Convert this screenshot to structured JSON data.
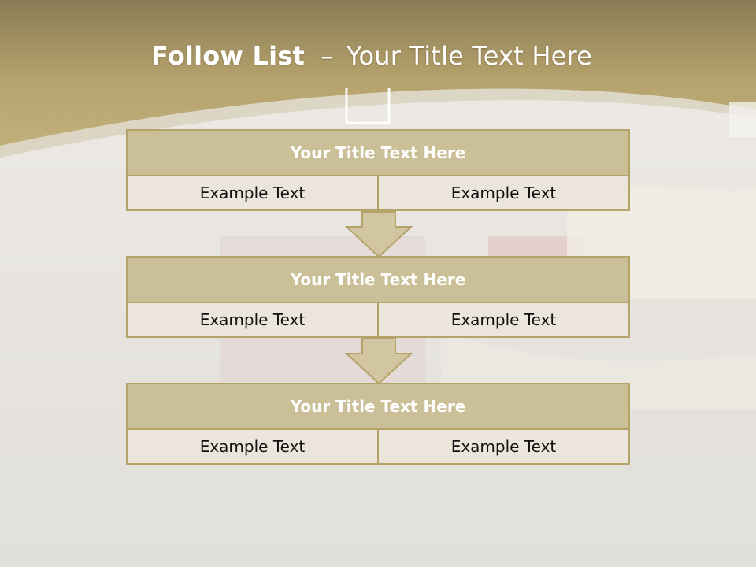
{
  "slide": {
    "title_bold": "Follow List",
    "title_separator": "–",
    "title_rest": "Your Title Text Here"
  },
  "steps": [
    {
      "title": "Your Title Text Here",
      "left": "Example Text",
      "right": "Example Text"
    },
    {
      "title": "Your Title Text Here",
      "left": "Example Text",
      "right": "Example Text"
    },
    {
      "title": "Your Title Text Here",
      "left": "Example Text",
      "right": "Example Text"
    }
  ],
  "colors": {
    "header_band": "#b7a46e",
    "box_border": "#b5a46a",
    "box_title_fill": "#cbbf97",
    "box_cell_fill": "#ebe5db",
    "arrow_fill": "#d2c6a2"
  }
}
